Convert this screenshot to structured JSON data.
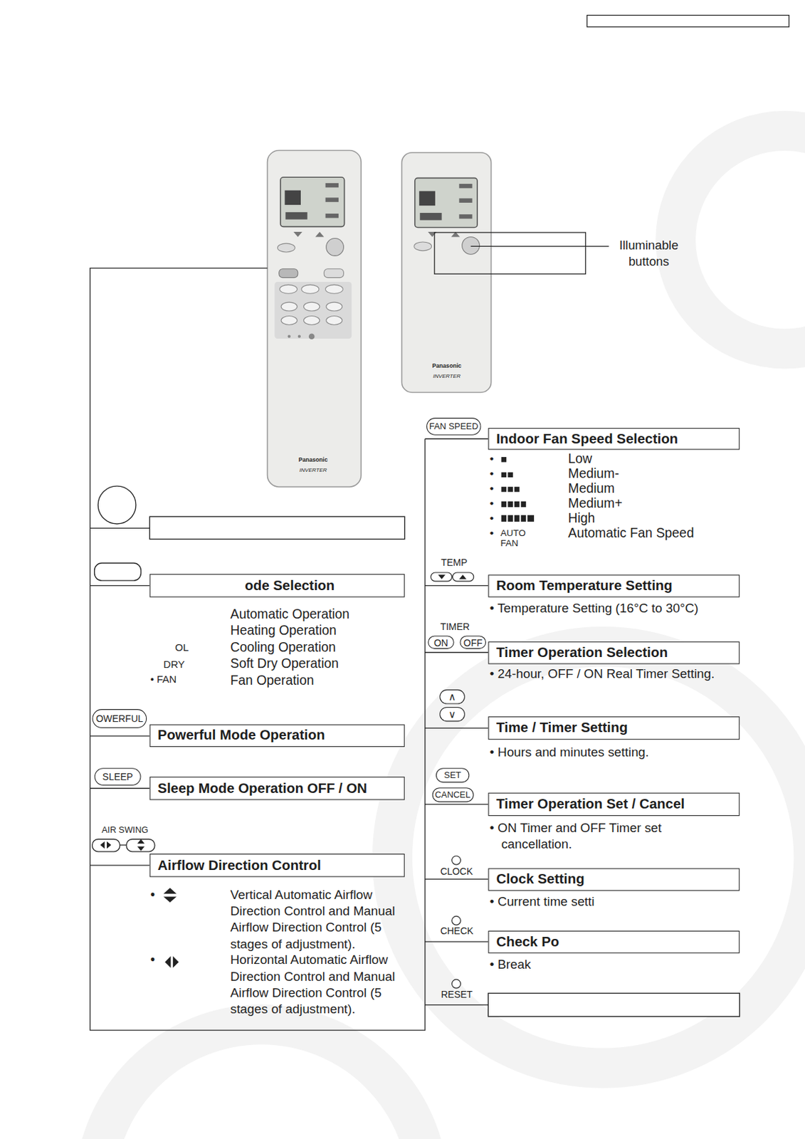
{
  "diagram": {
    "nodes": [
      {
        "text": [
          "ode Selection"
        ]
      },
      {
        "text": [
          "OWERFUL"
        ]
      },
      {
        "text": [
          "Powerful Mode Operation"
        ]
      },
      {
        "text": [
          "SLEEP"
        ]
      },
      {
        "text": [
          "Sleep Mode Operation OFF / ON"
        ]
      },
      {
        "text": [
          "Airflow Direction Control"
        ]
      },
      {
        "text": [
          "FAN SPEED"
        ]
      },
      {
        "text": [
          "Indoor Fan Speed Selection"
        ]
      },
      {
        "text": [
          "Room Temperature Setting"
        ]
      },
      {
        "text": [
          "ON"
        ]
      },
      {
        "text": [
          "OFF"
        ]
      },
      {
        "text": [
          "Timer Operation Selection"
        ]
      },
      {
        "text": [
          "∧"
        ]
      },
      {
        "text": [
          "∨"
        ]
      },
      {
        "text": [
          "Time / Timer Setting"
        ]
      },
      {
        "text": [
          "SET"
        ]
      },
      {
        "text": [
          "CANCEL"
        ]
      },
      {
        "text": [
          "Timer Operation Set / Cancel"
        ]
      },
      {
        "text": [
          "Clock Setting"
        ]
      },
      {
        "text": [
          "Check Po"
        ]
      }
    ],
    "labels": [
      "Illuminable buttons",
      "Panasonic",
      "INVERTER",
      "Panasonic",
      "INVERTER",
      "Automatic Operation",
      "Heating Operation",
      "OL",
      "Cooling Operation",
      "DRY",
      "Soft Dry Operation",
      "• FAN",
      "Fan Operation",
      "AIR SWING",
      "•",
      "Vertical Automatic Airflow Direction Control and Manual Airflow Direction Control (5 stages of adjustment).",
      "•",
      "Horizontal Automatic Airflow Direction Control and Manual Airflow Direction Control (5 stages of adjustment).",
      "•",
      "•",
      "•",
      "•",
      "•",
      "•",
      "Low",
      "Medium-",
      "Medium",
      "Medium+",
      "High",
      "AUTO FAN",
      "Automatic Fan Speed",
      "TEMP",
      "• Temperature Setting (16°C to 30°C)",
      "TIMER",
      "• 24-hour, OFF / ON Real Timer Setting.",
      "• Hours and minutes setting.",
      "• ON Timer and OFF Timer set cancellation.",
      "CLOCK",
      "• Current time setti",
      "CHECK",
      "• Break",
      "RESET"
    ]
  }
}
